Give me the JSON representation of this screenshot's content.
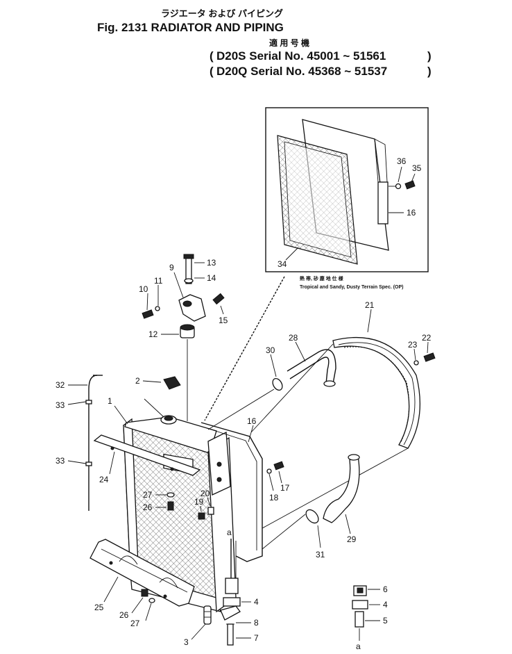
{
  "header": {
    "title_jp": "ラジエータ および パイピング",
    "title": "Fig. 2131  RADIATOR AND PIPING",
    "applicable_jp": "適 用 号 機",
    "serial_line_1": "D20S  Serial No. 45001 ~ 51561",
    "serial_line_2": "D20Q  Serial No. 45368 ~ 51537"
  },
  "inset": {
    "caption_jp": "熱 帯, 砂 塵 地 仕 様",
    "caption": "Tropical and Sandy, Dusty Terrain Spec. (OP)"
  },
  "callouts": {
    "c1": "1",
    "c2": "2",
    "c3": "3",
    "c4a": "4",
    "c4b": "4",
    "c5": "5",
    "c6": "6",
    "c7": "7",
    "c8": "8",
    "c9": "9",
    "c10": "10",
    "c11": "11",
    "c12": "12",
    "c13": "13",
    "c14": "14",
    "c15": "15",
    "c16a": "16",
    "c16b": "16",
    "c17": "17",
    "c18": "18",
    "c19": "19",
    "c20": "20",
    "c21": "21",
    "c22": "22",
    "c23": "23",
    "c24": "24",
    "c25": "25",
    "c26a": "26",
    "c26b": "26",
    "c27a": "27",
    "c27b": "27",
    "c28": "28",
    "c29": "29",
    "c30": "30",
    "c31": "31",
    "c32": "32",
    "c33a": "33",
    "c33b": "33",
    "c34": "34",
    "c35": "35",
    "c36": "36",
    "ca1": "a",
    "ca2": "a"
  }
}
